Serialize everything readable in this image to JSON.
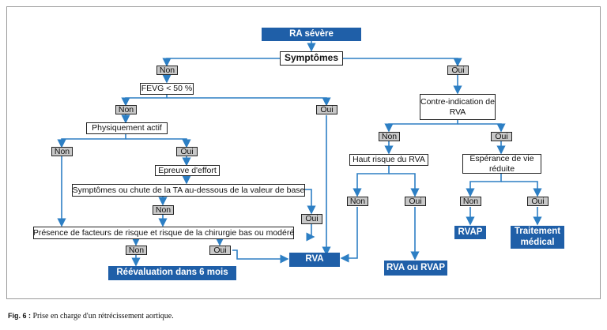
{
  "diagram": {
    "root": "RA sévère",
    "symptoms": "Symptômes",
    "no": "Non",
    "yes": "Oui",
    "fevg": "FEVG < 50 %",
    "physically_active": "Physiquement actif",
    "stress_test": "Epreuve d'effort",
    "symptoms_or_bp_drop": "Symptômes ou chute de la TA au-dessous de la valeur de base",
    "risk_factors": "Présence de facteurs de risque et risque de la chirurgie bas ou modéré",
    "reevaluation": "Réévaluation dans 6 mois",
    "rva": "RVA",
    "contraindication_rva": "Contre-indication de RVA",
    "high_risk_rva": "Haut risque du RVA",
    "rva_or_rvap": "RVA ou RVAP",
    "life_expectancy_reduced": "Espérance de vie réduite",
    "rvap": "RVAP",
    "medical_treatment": "Traitement médical"
  },
  "caption": {
    "label": "Fig. 6 :",
    "text": "Prise en charge d'un rétrécissement aortique."
  },
  "colors": {
    "accent_blue": "#1f5fa8",
    "arrow_blue": "#2d7fc4",
    "label_gray": "#c8c8c8"
  }
}
